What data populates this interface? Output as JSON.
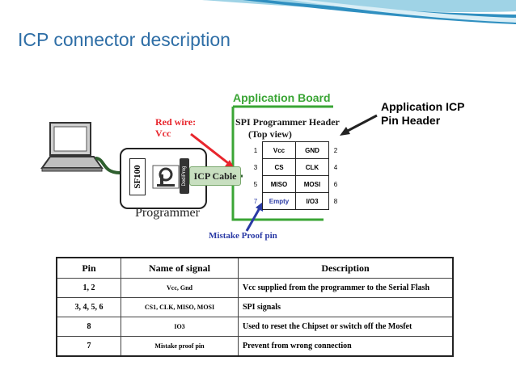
{
  "slide": {
    "title": "ICP connector description"
  },
  "diagram": {
    "red_wire_line1": "Red wire:",
    "red_wire_line2": "Vcc",
    "application_board": "Application Board",
    "spi_header_line1": "SPI Programmer Header",
    "spi_header_line2": "(Top view)",
    "app_icp_line1": "Application ICP",
    "app_icp_line2": "Pin Header",
    "icp_cable": "ICP Cable",
    "programmer": "Programmer",
    "sf100": "SF100",
    "brand": "DediProg",
    "mistake_proof": "Mistake Proof pin",
    "pins": [
      {
        "left_num": "1",
        "left": "Vcc",
        "right": "GND",
        "right_num": "2"
      },
      {
        "left_num": "3",
        "left": "CS",
        "right": "CLK",
        "right_num": "4"
      },
      {
        "left_num": "5",
        "left": "MISO",
        "right": "MOSI",
        "right_num": "6"
      },
      {
        "left_num": "7",
        "left": "Empty",
        "right": "I/O3",
        "right_num": "8"
      }
    ],
    "colors": {
      "red_wire": "#e8262d",
      "board": "#3aa535",
      "mistake": "#2a3aa5",
      "title": "#2e6ea6"
    }
  },
  "table": {
    "headers": [
      "Pin",
      "Name of signal",
      "Description"
    ],
    "rows": [
      {
        "pin": "1, 2",
        "signal": "Vcc, Gnd",
        "description": "Vcc supplied from the programmer to the Serial Flash"
      },
      {
        "pin": "3, 4, 5, 6",
        "signal": "CS1, CLK, MISO, MOSI",
        "description": "SPI signals"
      },
      {
        "pin": "8",
        "signal": "IO3",
        "description": "Used to reset the Chipset or switch off the Mosfet"
      },
      {
        "pin": "7",
        "signal": "Mistake proof pin",
        "description": "Prevent from wrong connection"
      }
    ]
  }
}
